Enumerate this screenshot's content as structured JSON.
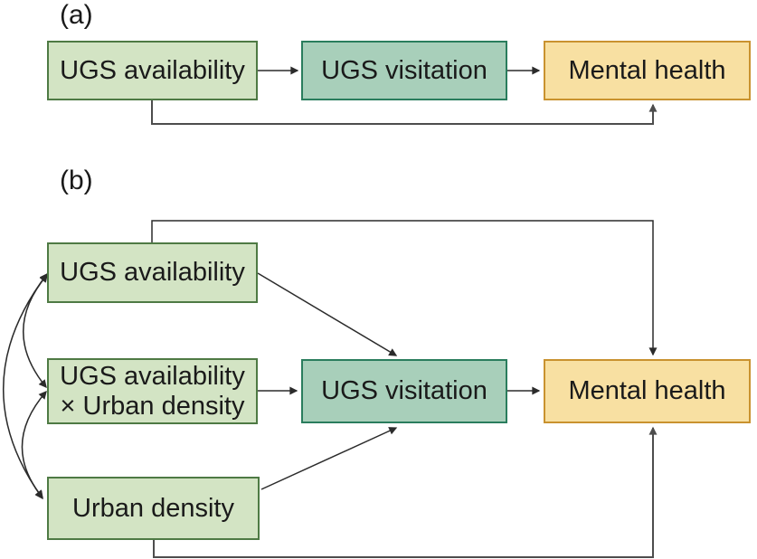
{
  "colors": {
    "green_fill": "#d3e4c4",
    "green_border": "#4e7a44",
    "teal_fill": "#a8cfba",
    "teal_border": "#2a7d5d",
    "orange_fill": "#f8e0a2",
    "orange_border": "#c9922f",
    "line": "#2b2b2b",
    "bypass_line": "#4d4d4d",
    "text": "#1a1a1a"
  },
  "panel_a": {
    "label": "(a)",
    "nodes": {
      "availability": "UGS availability",
      "visitation": "UGS visitation",
      "mental_health": "Mental health"
    },
    "edges": [
      {
        "from": "UGS availability",
        "to": "UGS visitation",
        "type": "directed"
      },
      {
        "from": "UGS visitation",
        "to": "Mental health",
        "type": "directed"
      },
      {
        "from": "UGS availability",
        "to": "Mental health",
        "type": "directed-bypass-bottom"
      }
    ]
  },
  "panel_b": {
    "label": "(b)",
    "nodes": {
      "availability": "UGS availability",
      "interaction_line1": "UGS availability",
      "interaction_line2": "× Urban density",
      "urban_density": "Urban density",
      "visitation": "UGS visitation",
      "mental_health": "Mental health"
    },
    "edges": [
      {
        "from": "UGS availability",
        "to": "UGS visitation",
        "type": "directed"
      },
      {
        "from": "UGS availability × Urban density",
        "to": "UGS visitation",
        "type": "directed"
      },
      {
        "from": "Urban density",
        "to": "UGS visitation",
        "type": "directed"
      },
      {
        "from": "UGS visitation",
        "to": "Mental health",
        "type": "directed"
      },
      {
        "from": "UGS availability",
        "to": "Mental health",
        "type": "directed-bypass-top"
      },
      {
        "from": "Urban density",
        "to": "Mental health",
        "type": "directed-bypass-bottom"
      },
      {
        "from": "UGS availability",
        "to": "UGS availability × Urban density",
        "type": "covariance-double-arrow"
      },
      {
        "from": "UGS availability × Urban density",
        "to": "Urban density",
        "type": "covariance-double-arrow"
      },
      {
        "from": "UGS availability",
        "to": "Urban density",
        "type": "covariance-double-arrow"
      }
    ]
  }
}
